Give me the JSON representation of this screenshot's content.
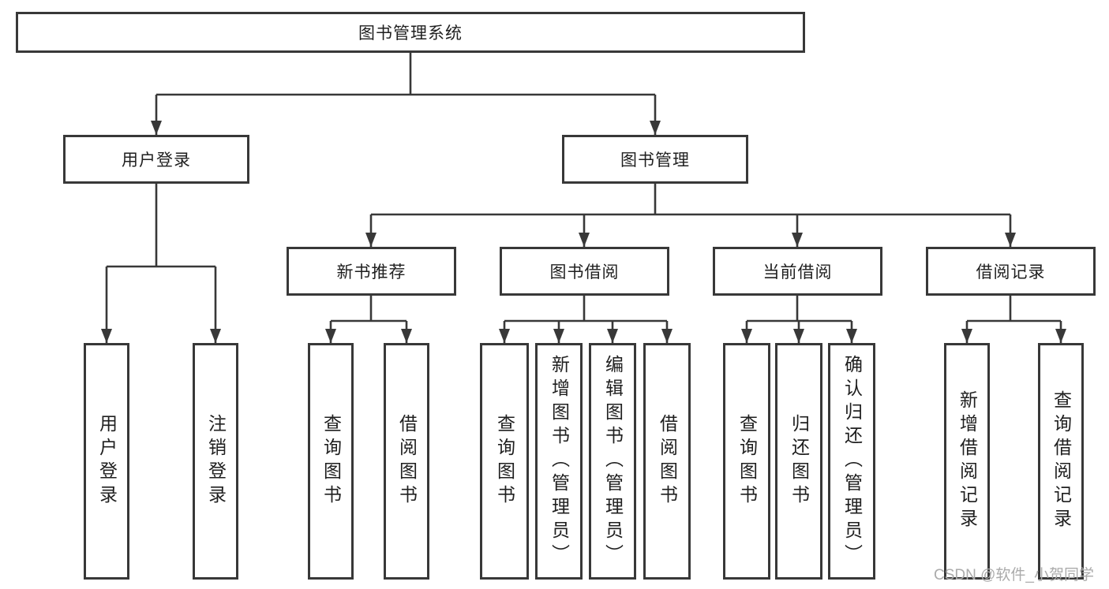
{
  "nodes": {
    "root": "图书管理系统",
    "user_login": "用户登录",
    "book_management": "图书管理",
    "new_book_recommend": "新书推荐",
    "book_borrow": "图书借阅",
    "current_borrow": "当前借阅",
    "borrow_records": "借阅记录"
  },
  "leaves": {
    "user_login": [
      "用户登录",
      "注销登录"
    ],
    "new_book_recommend": [
      "查询图书",
      "借阅图书"
    ],
    "book_borrow": [
      "查询图书",
      "新增图书（管理员）",
      "编辑图书（管理员）",
      "借阅图书"
    ],
    "current_borrow": [
      "查询图书",
      "归还图书",
      "确认归还（管理员）"
    ],
    "borrow_records": [
      "新增借阅记录",
      "查询借阅记录"
    ]
  },
  "watermark": "CSDN @软件_小贺同学",
  "colors": {
    "line": "#383838",
    "text": "#1f1f1f",
    "watermark": "#ababab",
    "background": "#ffffff"
  }
}
